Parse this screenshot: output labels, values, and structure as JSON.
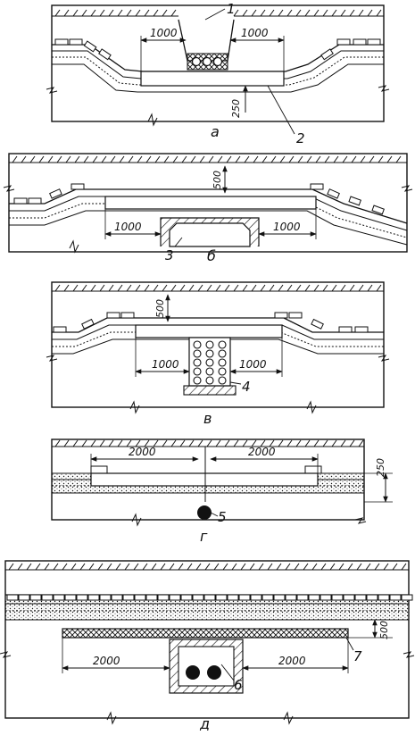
{
  "panels": {
    "a": {
      "caption": "а",
      "dims": {
        "left": "1000",
        "right": "1000",
        "depth": "250"
      },
      "leaders": {
        "one": "1",
        "two": "2"
      }
    },
    "b": {
      "caption": "б",
      "dims": {
        "top": "500",
        "left": "1000",
        "right": "1000"
      },
      "leaders": {
        "three": "3"
      }
    },
    "v": {
      "caption": "в",
      "dims": {
        "top": "500",
        "left": "1000",
        "right": "1000"
      },
      "leaders": {
        "four": "4"
      }
    },
    "g": {
      "caption": "г",
      "dims": {
        "left": "2000",
        "right": "2000",
        "side": "250"
      },
      "leaders": {
        "five": "5"
      }
    },
    "d": {
      "caption": "д",
      "dims": {
        "left": "2000",
        "right": "2000",
        "side": "500"
      },
      "leaders": {
        "six": "6",
        "seven": "7"
      }
    }
  }
}
